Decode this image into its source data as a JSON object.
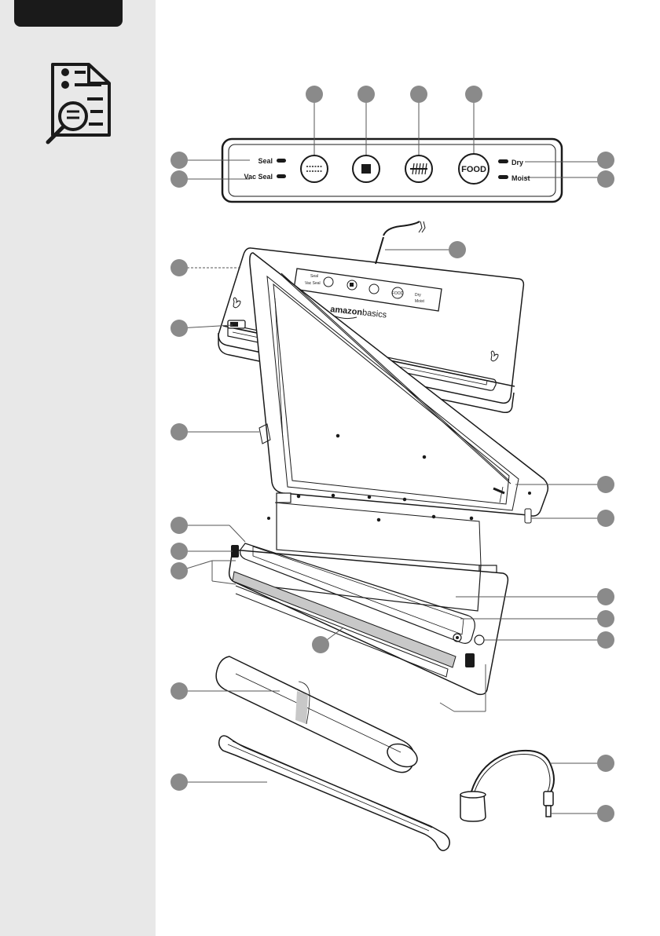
{
  "panel": {
    "seal_label": "Seal",
    "vac_seal_label": "Vac Seal",
    "dry_label": "Dry",
    "moist_label": "Moist",
    "food_label": "FOOD"
  },
  "device": {
    "brand_prefix": "amazon",
    "brand_suffix": "basics"
  },
  "icons": {
    "sidebar_icon": "document-search-icon"
  }
}
